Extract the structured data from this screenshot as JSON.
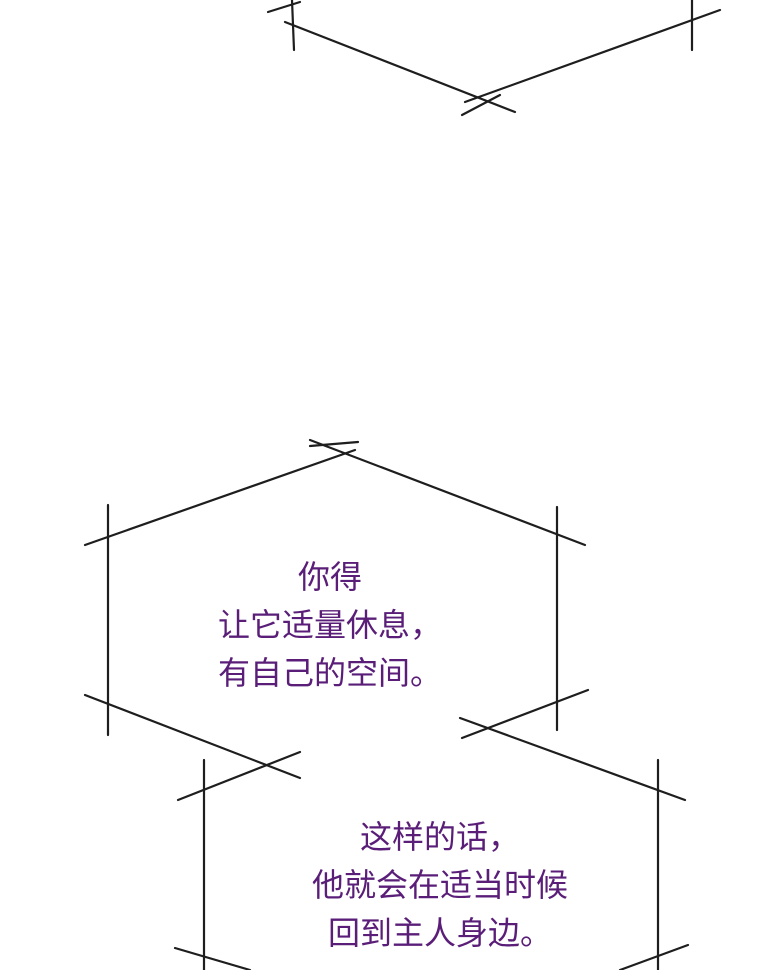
{
  "bubbles": [
    {
      "lines": [
        "你得",
        "让它适量休息，",
        "有自己的空间。"
      ]
    },
    {
      "lines": [
        "这样的话，",
        "他就会在适当时候",
        "回到主人身边。"
      ]
    }
  ],
  "colors": {
    "background": "#ffffff",
    "frame_line": "#1e1e1e",
    "text": "#5a1e78"
  }
}
